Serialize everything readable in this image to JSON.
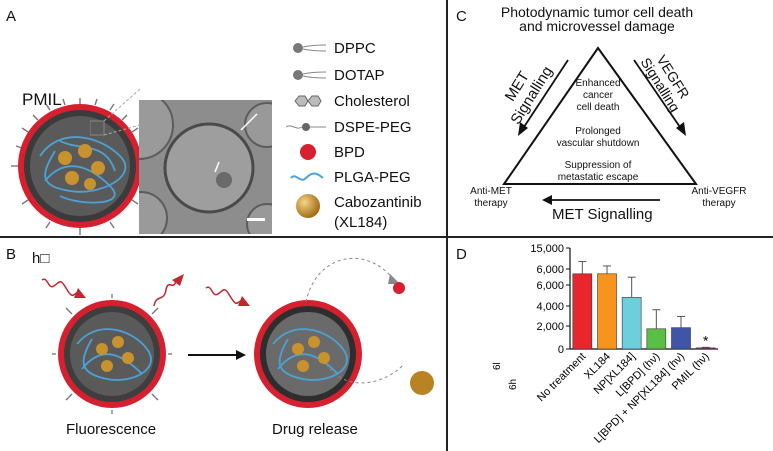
{
  "panels": {
    "a": {
      "label": "A",
      "pmil_label": "PMIL",
      "legend": [
        {
          "icon": "dppc-lipid-icon",
          "text": "DPPC"
        },
        {
          "icon": "dotap-lipid-icon",
          "text": "DOTAP"
        },
        {
          "icon": "cholesterol-icon",
          "text": "Cholesterol"
        },
        {
          "icon": "dspe-peg-icon",
          "text": "DSPE-PEG"
        },
        {
          "icon": "bpd-icon",
          "text": "BPD"
        },
        {
          "icon": "plga-peg-icon",
          "text": "PLGA-PEG"
        },
        {
          "icon": "cabozantinib-icon",
          "text": "Cabozantinib"
        }
      ],
      "legend_extra": "(XL184)"
    },
    "b": {
      "label": "B",
      "light_label": "h□",
      "left_caption": "Fluorescence",
      "right_caption": "Drug release"
    },
    "c": {
      "label": "C",
      "title_line1": "Photodynamic tumor cell death",
      "title_line2": "and microvessel damage",
      "left_side_line1": "MET",
      "left_side_line2": "Signalling",
      "right_side_line1": "VEGFR",
      "right_side_line2": "Signalling",
      "bottom_side": "MET Signalling",
      "left_corner_line1": "Anti-MET",
      "left_corner_line2": "therapy",
      "right_corner_line1": "Anti-VEGFR",
      "right_corner_line2": "therapy",
      "center": [
        [
          "Enhanced",
          "cancer",
          "cell death"
        ],
        [
          "Prolonged",
          "vascular shutdown"
        ],
        [
          "Suppression of",
          "metastatic escape"
        ]
      ]
    },
    "d": {
      "label": "D",
      "star": "*",
      "ylabel_fragments": [
        "6l",
        "6h"
      ]
    }
  },
  "chart_data": {
    "type": "bar",
    "categories": [
      "No treatment",
      "XL184",
      "NP[XL184]",
      "L[BPD] (hν)",
      "L[BPD] + NP[XL184] (hν)",
      "PMIL (hν)"
    ],
    "values": [
      6700,
      6700,
      4600,
      1800,
      1900,
      100
    ],
    "errors": [
      1100,
      700,
      1800,
      1700,
      1000,
      50
    ],
    "ytick_labels": [
      "15,000",
      "6,000",
      "6,000",
      "4,000",
      "2,000",
      "0"
    ],
    "colors": [
      "#e8262c",
      "#f7941d",
      "#6dcfdc",
      "#5bbf45",
      "#3e55a8",
      "#9b2c8e"
    ],
    "ylim": [
      0,
      9000
    ]
  }
}
